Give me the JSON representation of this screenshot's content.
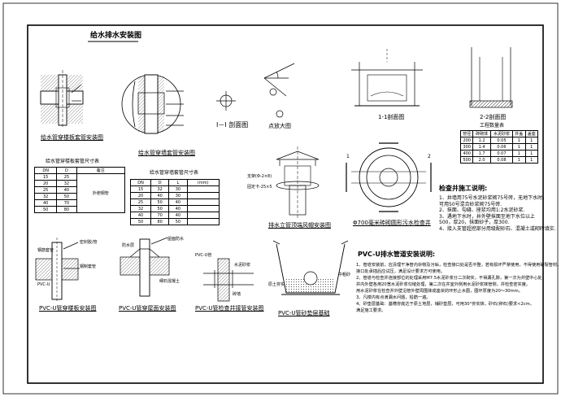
{
  "title": "给水排水安装图",
  "captions": {
    "floor_plate_sleeve": "给水管穿楼板套管安装图",
    "wall_sleeve": "给水管穿墙套管安装图",
    "section_1_1_small": "I－I 剖面图",
    "point_enlarge": "点放大图",
    "section_1_1": "1-1剖面图",
    "section_2_2": "2-2剖面图",
    "roof_vent": "排水立管顶端风帽安装图",
    "inspection_well": "Φ700毫米砖砌圆形污水检查井",
    "pvc_floor": "PVC-U管穿楼板安装图",
    "pvc_roof": "PVC-U管穿屋面安装图",
    "pvc_well": "PVC-U管检查井接管安装图",
    "pvc_sand_bed": "PVC-U管砂垫层基础"
  },
  "floor_table": {
    "title": "给水管穿楼板套管尺寸表",
    "headers": [
      "DN",
      "D",
      "备注"
    ],
    "rows": [
      [
        "15",
        "25",
        ""
      ],
      [
        "20",
        "32",
        ""
      ],
      [
        "25",
        "40",
        ""
      ],
      [
        "32",
        "50",
        ""
      ],
      [
        "40",
        "70",
        ""
      ],
      [
        "50",
        "80",
        ""
      ]
    ],
    "remark": "外使钢管"
  },
  "wall_table": {
    "title": "给水管穿墙套管尺寸表",
    "headers": [
      "DN",
      "D",
      "L",
      "(mm)"
    ],
    "rows": [
      [
        "15",
        "32",
        "30",
        ""
      ],
      [
        "20",
        "40",
        "30",
        ""
      ],
      [
        "25",
        "50",
        "40",
        ""
      ],
      [
        "32",
        "50",
        "40",
        ""
      ],
      [
        "40",
        "70",
        "40",
        ""
      ],
      [
        "50",
        "80",
        "50",
        ""
      ]
    ]
  },
  "quantity_table": {
    "title": "工程数量表",
    "headers": [
      "管径",
      "砖砌体",
      "水泥砂浆",
      "井盖",
      "盖座"
    ],
    "rows": [
      [
        "200",
        "1.2",
        "0.05",
        "1",
        "1"
      ],
      [
        "300",
        "1.4",
        "0.06",
        "1",
        "1"
      ],
      [
        "400",
        "1.7",
        "0.07",
        "1",
        "1"
      ],
      [
        "500",
        "2.0",
        "0.08",
        "1",
        "1"
      ]
    ]
  },
  "labels": {
    "vent_a": "支架(Φ-2×8)",
    "vent_b": "固定卡-25×5",
    "pvc_floor_a": "密封胶/管",
    "pvc_floor_b": "钢筋套管",
    "pvc_floor_c": "PVC-U",
    "pvc_floor_d": "钢制套管",
    "pvc_roof_a": "屋面防水",
    "pvc_roof_b": "防水层",
    "pvc_roof_c": "细石混凝土",
    "pvc_well_a": "PVC-U管",
    "pvc_well_b": "水泥砂浆",
    "pvc_well_c": "砖墙",
    "sand_a": "原土夯实",
    "sand_b": "中粗砂",
    "sec_a": "1",
    "sec_b": "2"
  },
  "inspection_notes": {
    "title": "检查井施工说明:",
    "items": [
      "1、井墙用75号水泥砂浆砌75号砖，无地下水时，",
      "    可用50号混合砂浆砌75号砖.",
      "2、抹面、勾缝、座浆均用1:2水泥砂浆.",
      "3、遇地下水时，井外壁抹面至地下水位以上",
      "    500，厚20，抹面砂子，厚300.",
      "4、接入支管超挖部分用级配砂石、混凝土或砌砖填实."
    ]
  },
  "pvc_notes": {
    "title": "PVC-U排水管道安装说明:",
    "items": [
      "1、管道安装前，应清理干净管内杂物及污垢，检查接口处是否平整，若有损坏严禁使用，不得使用破裂管材。",
      "    接口处承插后应试压，满足设计要求方可使用。",
      "2、管道与检查井连接部位的处理采用M7.5水泥砂浆分二次砌实，不得漏孔隙，第一次为井壁中心处，",
      "    并内外壁各用20宽水泥砂浆勾缝处理，第二次在井室外侧用水泥砂浆抹管侧，并检查密实度。",
      "    用水泥砂浆在检查井外壁沿管外壁周围抹成座状的环形止水圈，圈环厚度为20～30mm。",
      "3、凡楼内有点滴漏水问题，铅筋一遍。",
      "4、砂垫层基础：基槽夯底达于原土地层，铺砂垫层，可用30°夯实抹，砂石(卵石)要求<2cm，",
      "    满足施工要求。"
    ]
  }
}
